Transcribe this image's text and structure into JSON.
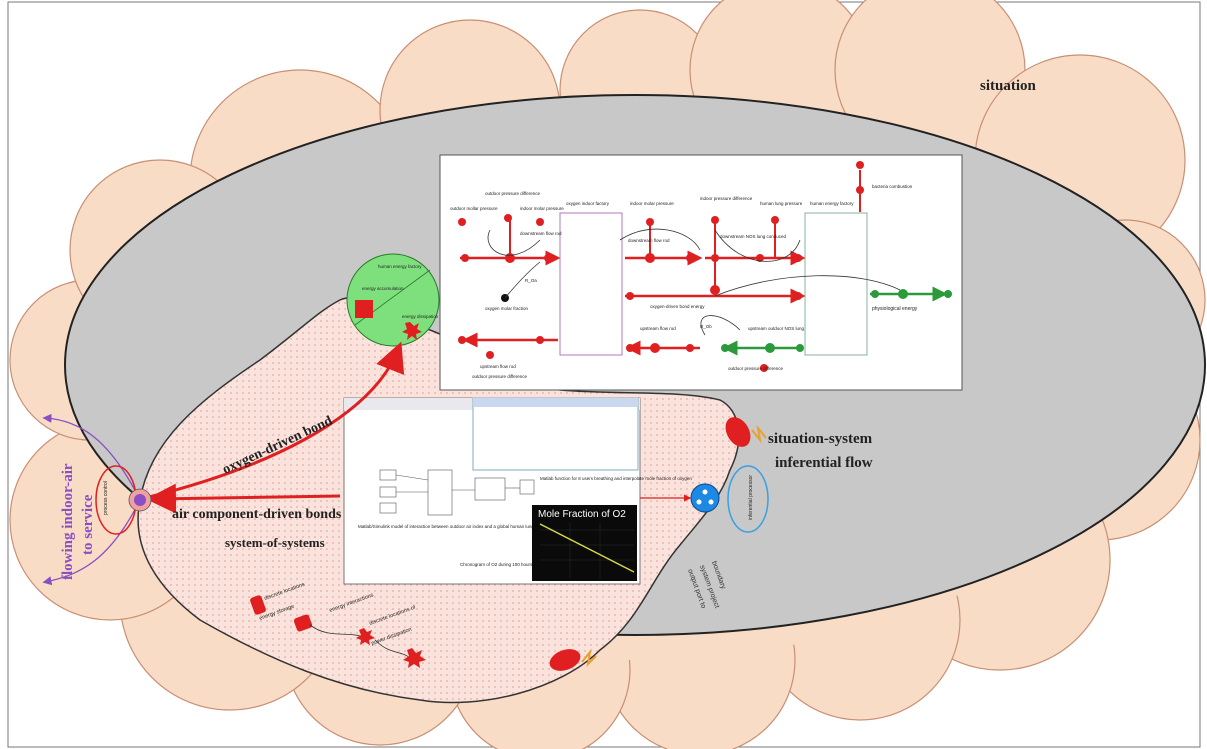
{
  "labels": {
    "situation": "situation",
    "situation_system_line1": "situation-system",
    "situation_system_line2": "inferential flow",
    "oxygen_driven_bond": "oxygen-driven bond",
    "air_component_bonds": "air component-driven bonds",
    "system_of_systems": "system-of-systems",
    "flowing_line1": "flowing indoor-air",
    "flowing_line2": "to service",
    "physiological_energy": "physiological energy",
    "mole_fraction_title": "Mole Fraction of O2"
  },
  "bond_graph": {
    "nodes": [
      "outdoor mollar pressure",
      "outdoor pressure difference",
      "indoor molar pressure",
      "oxygen indoor factory",
      "indoor molar pressure",
      "indoor pressure difference",
      "human lung pressure",
      "human energy factory",
      "bacteria combustion",
      "downstream flow rod",
      "downstream flow rod",
      "downstream NOS lung conduced",
      "R_Oa",
      "oxygen molar fraction",
      "oxygen-driven bond energy",
      "upstream flow rod",
      "upstream flow rod",
      "R_Ob",
      "upstream outdoor NOS lung",
      "outdoor pressure difference",
      "outdoor pressure difference"
    ]
  },
  "simulink": {
    "caption_left": "Matlab/Simulink model of interaction between outdoor air index and a global human lung",
    "caption_right": "Matlab function for 8 users breathing and interpolate mole fraction of oxygen",
    "caption_bottom": "Chronogram of O2 during 100 hours in simulation of 27 human beings"
  },
  "small_labels": {
    "green_title": "human energy factory",
    "energy_accumulation": "energy accumulation",
    "energy_dissipation": "energy dissipation",
    "discrete_locations": "discrete locations",
    "energy_storage": "energy storage",
    "energy_interactions": "energy interactions",
    "discrete_locations_of": "discrete locations of",
    "power_dissipation": "power dissipation",
    "process_control": "process control",
    "inferential_processor": "inferential processor",
    "output_port_line1": "output port to",
    "output_port_line2": "system project",
    "output_port_line3": "boundary"
  },
  "colors": {
    "cloud": "#f9dcc6",
    "cloud_stroke": "#d9a88c",
    "ellipse": "#c9c9c9",
    "system": "#fbdcd6",
    "bond_red": "#e02020",
    "bond_green": "#2a9a3a",
    "purple": "#8a4fc3",
    "blue_node": "#1e88e5"
  }
}
